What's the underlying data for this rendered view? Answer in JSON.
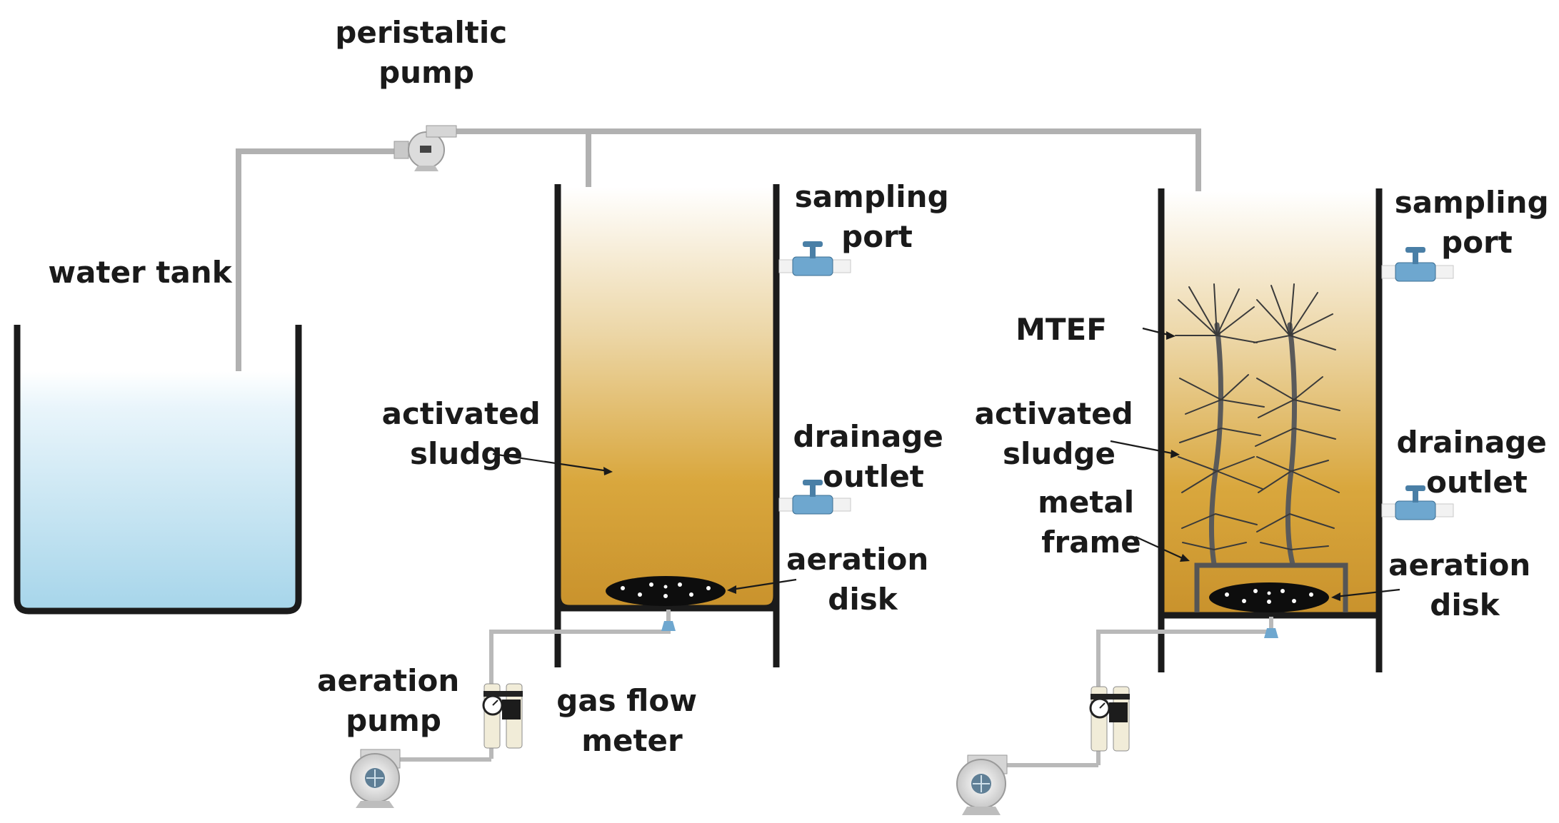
{
  "labels": {
    "peristaltic_pump": [
      "peristaltic",
      "pump"
    ],
    "water_tank": "water tank",
    "sampling_port_1": [
      "sampling",
      "port"
    ],
    "drainage_outlet_1": [
      "drainage",
      "outlet"
    ],
    "activated_sludge_1": [
      "activated",
      "sludge"
    ],
    "aeration_disk_1": [
      "aeration",
      "disk"
    ],
    "aeration_pump": [
      "aeration",
      "pump"
    ],
    "gas_flow_meter": [
      "gas flow",
      "meter"
    ],
    "mtef": "MTEF",
    "sampling_port_2": [
      "sampling",
      "port"
    ],
    "drainage_outlet_2": [
      "drainage",
      "outlet"
    ],
    "activated_sludge_2": [
      "activated",
      "sludge"
    ],
    "metal_frame": [
      "metal",
      "frame"
    ],
    "aeration_disk_2": [
      "aeration",
      "disk"
    ]
  },
  "colors": {
    "water": "#a9d6ea",
    "sludge": "#d8a63a",
    "pipe": "#b1b1b1",
    "valve": "#6ea7cf",
    "wall": "#1b1b1b"
  }
}
